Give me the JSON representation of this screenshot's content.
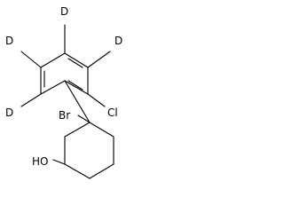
{
  "molecule": {
    "atoms": {
      "deuterium_top": "D",
      "deuterium_upper_left": "D",
      "deuterium_upper_right": "D",
      "deuterium_lower_left": "D",
      "chlorine": "Cl",
      "bromine": "Br",
      "hydroxyl": "HO"
    }
  },
  "colors": {
    "bond": "#000000",
    "label": "#000000",
    "background": "#ffffff"
  }
}
